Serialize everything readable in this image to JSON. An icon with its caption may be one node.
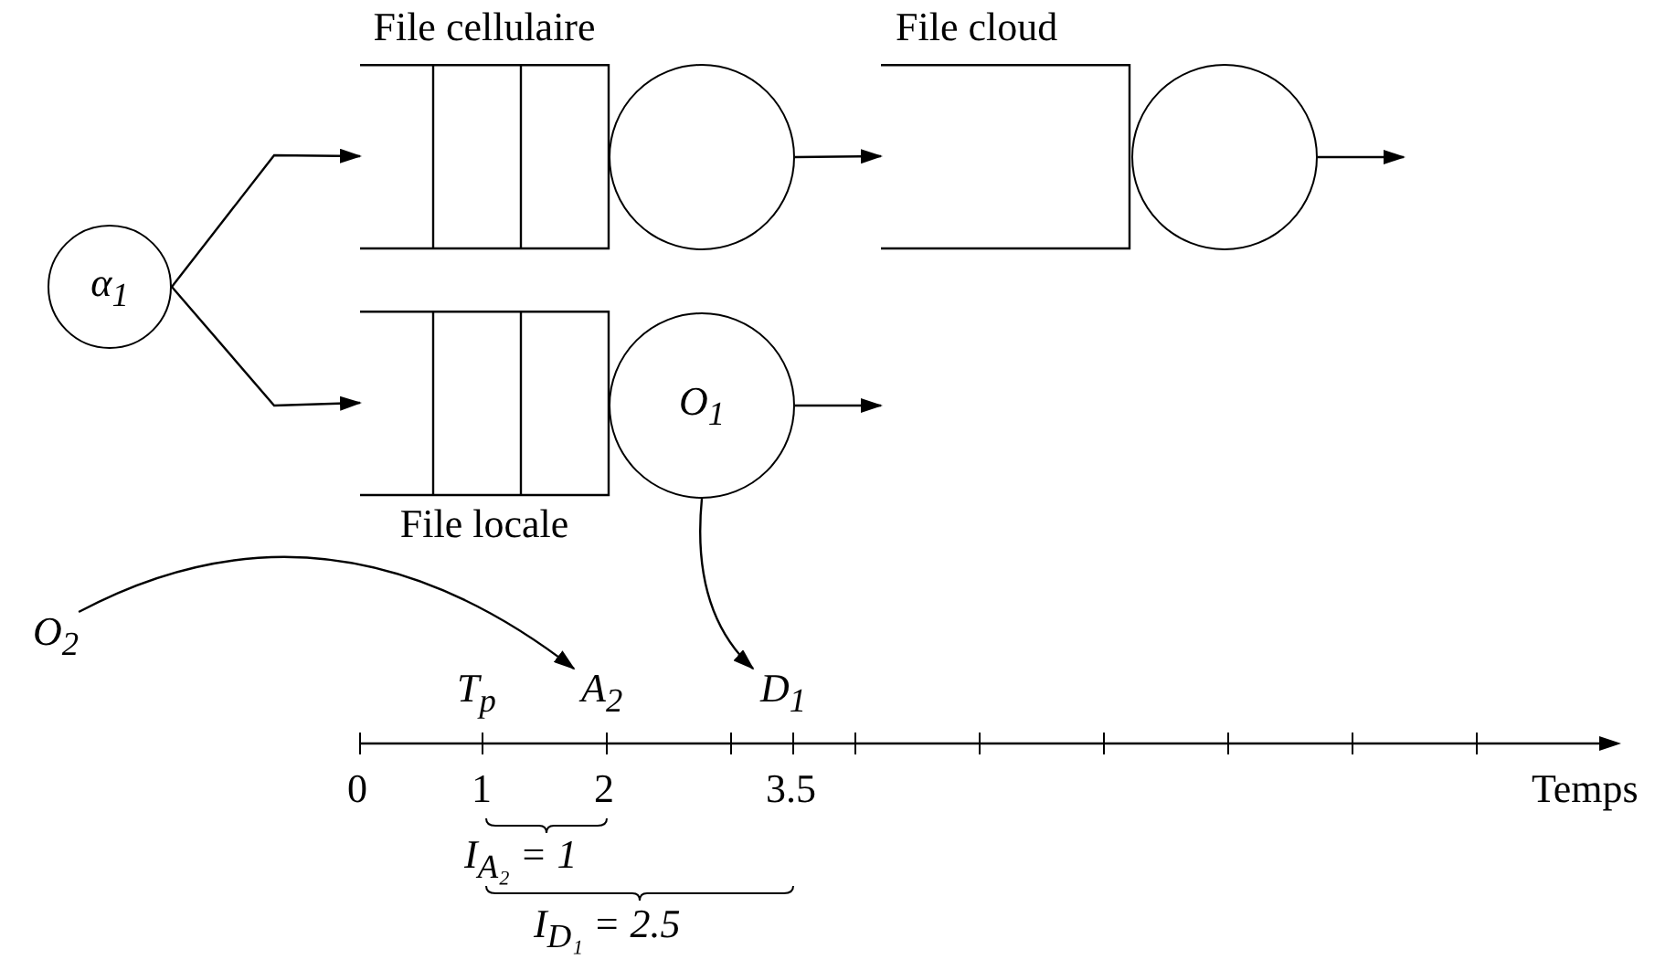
{
  "diagram": {
    "nodes": [
      {
        "text": [
          "α$_{1}$"
        ]
      },
      {
        "text": [
          "File cellulaire"
        ]
      },
      {
        "text": [],
        "shape": "circle"
      },
      {
        "text": [
          "File cloud"
        ]
      },
      {
        "text": [],
        "shape": "circle"
      },
      {
        "text": [
          "File locale"
        ]
      },
      {
        "text": [
          "O$_{1}$"
        ]
      },
      {
        "text": [
          "O$_{2}$"
        ]
      },
      {
        "text": [
          "A$_{2}$"
        ]
      },
      {
        "text": [
          "D$_{1}$"
        ]
      }
    ],
    "edges": [
      {
        "from": 0,
        "to": 1,
        "arrow": "to"
      },
      {
        "from": 0,
        "to": 5,
        "arrow": "to"
      },
      {
        "from": 2,
        "to": 3,
        "arrow": "to"
      },
      {
        "from": 4,
        "to": null,
        "arrow": "to"
      },
      {
        "from": 6,
        "to": null,
        "arrow": "to"
      },
      {
        "from": 6,
        "to": 9,
        "arrow": "to"
      },
      {
        "from": 7,
        "to": 8,
        "arrow": "to"
      }
    ],
    "labels": [
      "T$_{p}$",
      "0",
      "1",
      "2",
      "3.5",
      "Temps",
      "I$_{A₂}$ = 1",
      "I$_{D₁}$ = 2.5"
    ]
  }
}
